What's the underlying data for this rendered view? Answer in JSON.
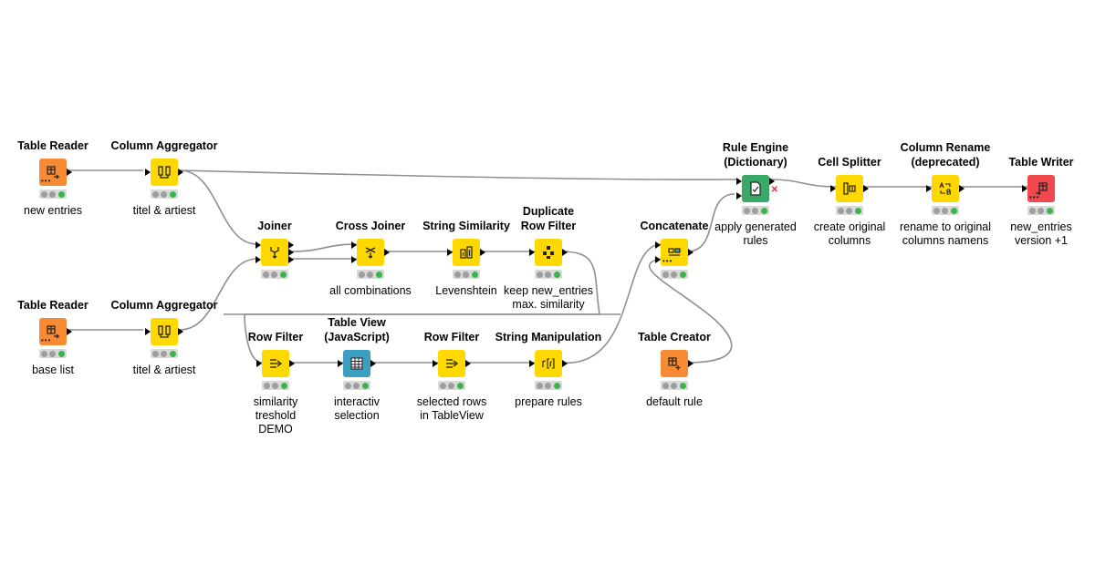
{
  "workflow": {
    "nodes": {
      "table_reader_1": {
        "title": "Table Reader",
        "label": "new entries",
        "type": "source",
        "icon": "table-reader-icon"
      },
      "column_aggregator_1": {
        "title": "Column Aggregator",
        "label": "titel & artiest",
        "type": "manipulator",
        "icon": "column-aggregator-icon"
      },
      "table_reader_2": {
        "title": "Table Reader",
        "label": "base list",
        "type": "source",
        "icon": "table-reader-icon"
      },
      "column_aggregator_2": {
        "title": "Column Aggregator",
        "label": "titel & artiest",
        "type": "manipulator",
        "icon": "column-aggregator-icon"
      },
      "joiner": {
        "title": "Joiner",
        "label": "",
        "type": "manipulator",
        "icon": "joiner-icon"
      },
      "cross_joiner": {
        "title": "Cross Joiner",
        "label": "all combinations",
        "type": "manipulator",
        "icon": "cross-joiner-icon"
      },
      "string_similarity": {
        "title": "String Similarity",
        "label": "Levenshtein",
        "type": "manipulator",
        "icon": "string-similarity-icon"
      },
      "duplicate_row_filter": {
        "title_line1": "Duplicate",
        "title_line2": "Row Filter",
        "label_line1": "keep new_entries",
        "label_line2": "max. similarity",
        "type": "manipulator",
        "icon": "duplicate-row-filter-icon"
      },
      "concatenate": {
        "title": "Concatenate",
        "label": "",
        "type": "manipulator",
        "icon": "concatenate-icon"
      },
      "rule_engine": {
        "title_line1": "Rule Engine",
        "title_line2": "(Dictionary)",
        "label_line1": "apply generated",
        "label_line2": "rules",
        "type": "manipulator",
        "icon": "rule-engine-icon"
      },
      "cell_splitter": {
        "title": "Cell Splitter",
        "label_line1": "create original",
        "label_line2": "columns",
        "type": "manipulator",
        "icon": "cell-splitter-icon"
      },
      "column_rename": {
        "title_line1": "Column Rename",
        "title_line2": "(deprecated)",
        "label_line1": "rename to original",
        "label_line2": "columns namens",
        "type": "manipulator",
        "icon": "column-rename-icon"
      },
      "table_writer": {
        "title": "Table Writer",
        "label_line1": "new_entries",
        "label_line2": "version +1",
        "type": "sink",
        "icon": "table-writer-icon"
      },
      "row_filter_1": {
        "title": "Row Filter",
        "label_line1": "similarity",
        "label_line2": "treshold",
        "label_line3": "DEMO",
        "type": "manipulator",
        "icon": "row-filter-icon"
      },
      "table_view": {
        "title_line1": "Table View",
        "title_line2": "(JavaScript)",
        "label_line1": "interactiv",
        "label_line2": "selection",
        "type": "view",
        "icon": "table-view-icon"
      },
      "row_filter_2": {
        "title": "Row Filter",
        "label_line1": "selected rows",
        "label_line2": "in TableView",
        "type": "manipulator",
        "icon": "row-filter-icon"
      },
      "string_manipulation": {
        "title": "String Manipulation",
        "label": "prepare rules",
        "type": "manipulator",
        "icon": "string-manipulation-icon"
      },
      "table_creator": {
        "title": "Table Creator",
        "label": "default rule",
        "type": "source",
        "icon": "table-creator-icon"
      }
    },
    "colors": {
      "source": "#f68b34",
      "manipulator": "#ffd800",
      "sink": "#f0484d",
      "view": "#3d9fc0",
      "rule": "#3aa867",
      "status_ok": "#3cb44b",
      "wire": "#888888"
    }
  }
}
